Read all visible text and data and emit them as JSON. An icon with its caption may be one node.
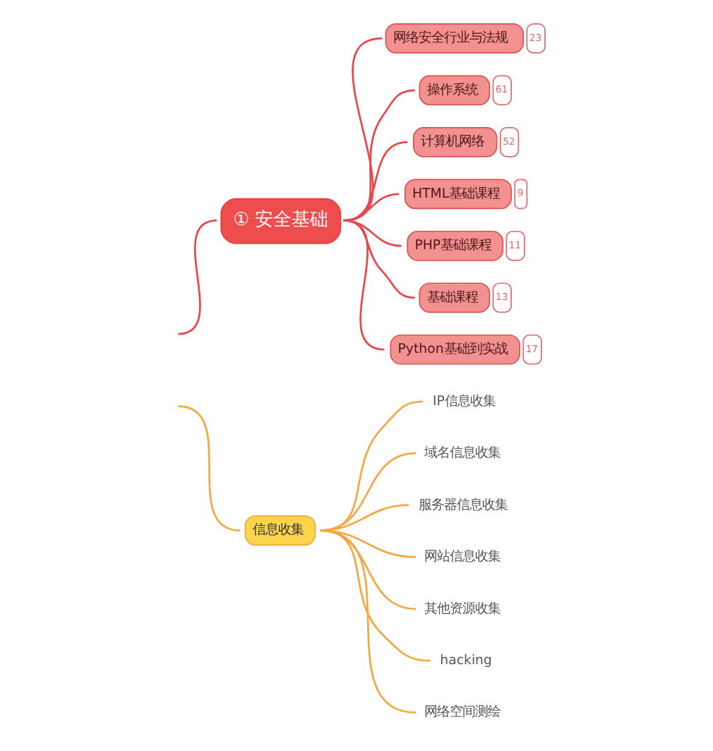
{
  "diagram": {
    "nodes": [
      {
        "text": [
          "① 安全基础"
        ]
      },
      {
        "text": [
          "网络安全行业与法规"
        ],
        "beside": [
          "23"
        ]
      },
      {
        "text": [
          "操作系统"
        ],
        "beside": [
          "61"
        ]
      },
      {
        "text": [
          "计算机网络"
        ],
        "beside": [
          "52"
        ]
      },
      {
        "text": [
          "HTML基础课程"
        ],
        "beside": [
          "9"
        ]
      },
      {
        "text": [
          "PHP基础课程"
        ],
        "beside": [
          "11"
        ]
      },
      {
        "text": [
          "基础课程"
        ],
        "beside": [
          "13"
        ]
      },
      {
        "text": [
          "Python基础到实战"
        ],
        "beside": [
          "17"
        ]
      },
      {
        "text": [
          "信息收集"
        ]
      },
      {
        "text": [
          "IP信息收集"
        ]
      },
      {
        "text": [
          "域名信息收集"
        ]
      },
      {
        "text": [
          "服务器信息收集"
        ]
      },
      {
        "text": [
          "网站信息收集"
        ]
      },
      {
        "text": [
          "其他资源收集"
        ]
      },
      {
        "text": [
          "hacking"
        ]
      },
      {
        "text": [
          "网络空间测绘"
        ]
      }
    ],
    "edges": [
      {
        "from": null,
        "to": 0,
        "arrow": "none",
        "color": "#e8474c"
      },
      {
        "from": 0,
        "to": 1,
        "arrow": "none",
        "color": "#e8474c"
      },
      {
        "from": 0,
        "to": 2,
        "arrow": "none",
        "color": "#e8474c"
      },
      {
        "from": 0,
        "to": 3,
        "arrow": "none",
        "color": "#e8474c"
      },
      {
        "from": 0,
        "to": 4,
        "arrow": "none",
        "color": "#e8474c"
      },
      {
        "from": 0,
        "to": 5,
        "arrow": "none",
        "color": "#e8474c"
      },
      {
        "from": 0,
        "to": 6,
        "arrow": "none",
        "color": "#e8474c"
      },
      {
        "from": 0,
        "to": 7,
        "arrow": "none",
        "color": "#e8474c"
      },
      {
        "from": null,
        "to": 8,
        "arrow": "none",
        "color": "#f5a742"
      },
      {
        "from": 8,
        "to": 9,
        "arrow": "none",
        "color": "#f5a742"
      },
      {
        "from": 8,
        "to": 10,
        "arrow": "none",
        "color": "#f5a742"
      },
      {
        "from": 8,
        "to": 11,
        "arrow": "none",
        "color": "#f5a742"
      },
      {
        "from": 8,
        "to": 12,
        "arrow": "none",
        "color": "#f5a742"
      },
      {
        "from": 8,
        "to": 13,
        "arrow": "none",
        "color": "#f5a742"
      },
      {
        "from": 8,
        "to": 14,
        "arrow": "none",
        "color": "#f5a742"
      },
      {
        "from": 8,
        "to": 15,
        "arrow": "none",
        "color": "#f5a742"
      }
    ]
  }
}
